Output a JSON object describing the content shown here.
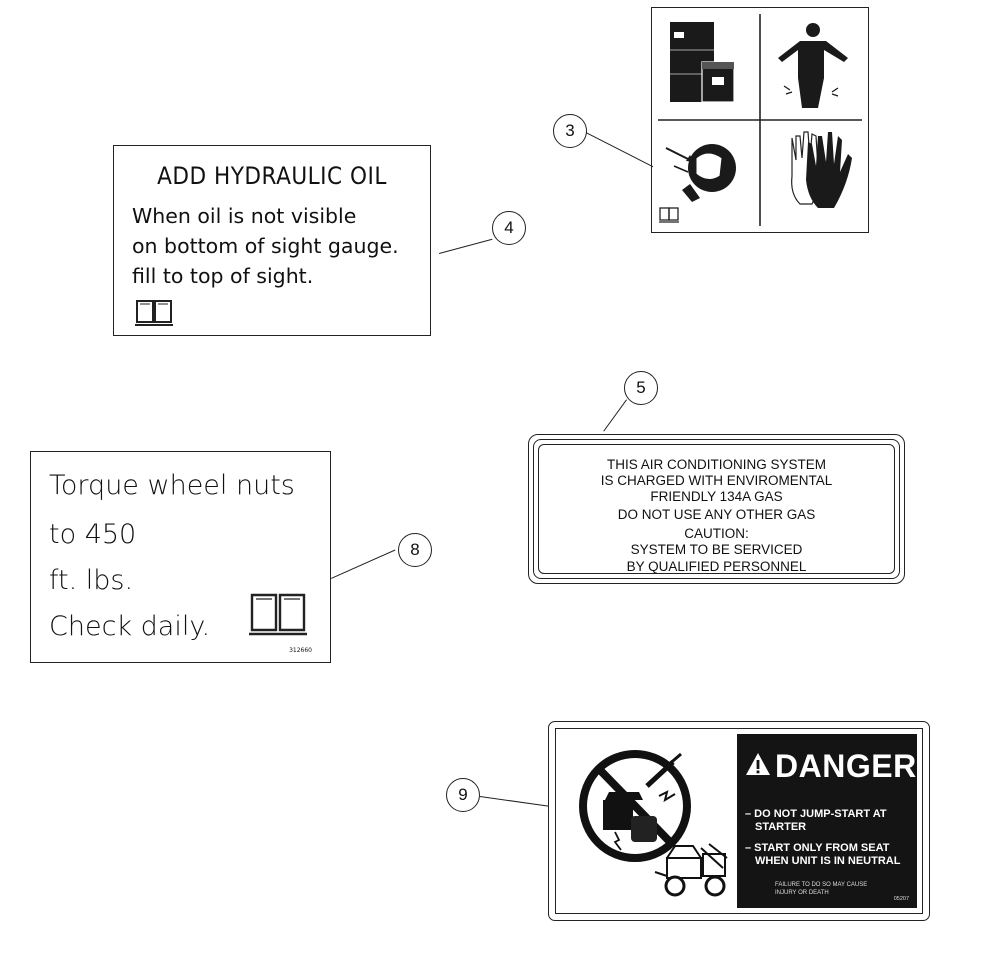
{
  "callouts": {
    "c3": "3",
    "c4": "4",
    "c5": "5",
    "c8": "8",
    "c9": "9"
  },
  "decal_hydraulic": {
    "title": "ADD HYDRAULIC OIL",
    "line1": "When oil is not visible",
    "line2": "on bottom of sight gauge.",
    "line3": "fill to top of sight.",
    "icon": "manual-book-icon"
  },
  "decal_torque": {
    "line1": "Torque wheel nuts",
    "line2": "to 450",
    "line3": "ft. lbs.",
    "line4": "Check daily.",
    "code": "312660",
    "icon": "manual-book-icon"
  },
  "decal_ac": {
    "line1": "THIS AIR CONDITIONING SYSTEM",
    "line2": "IS CHARGED WITH ENVIROMENTAL",
    "line3": "FRIENDLY 134A GAS",
    "line4": "DO NOT USE ANY OTHER GAS",
    "line5": "CAUTION:",
    "line6": "SYSTEM TO BE SERVICED",
    "line7": "BY QUALIFIED PERSONNEL"
  },
  "decal_ppe": {
    "icons": [
      "storage-drums-icon",
      "person-protective-suit-icon",
      "face-shield-helmet-icon",
      "protective-gloves-icon",
      "manual-book-icon"
    ]
  },
  "decal_danger": {
    "heading": "DANGER",
    "item1_line1": "– DO NOT JUMP-START AT",
    "item1_line2": "STARTER",
    "item2_line1": "– START ONLY FROM SEAT",
    "item2_line2": "WHEN UNIT IS IN NEUTRAL",
    "warning_line1": "FAILURE TO DO SO MAY CAUSE",
    "warning_line2": "INJURY OR DEATH",
    "code": "05207",
    "icons": [
      "warning-triangle-icon",
      "no-jump-start-icon",
      "sprayer-vehicle-icon"
    ]
  }
}
